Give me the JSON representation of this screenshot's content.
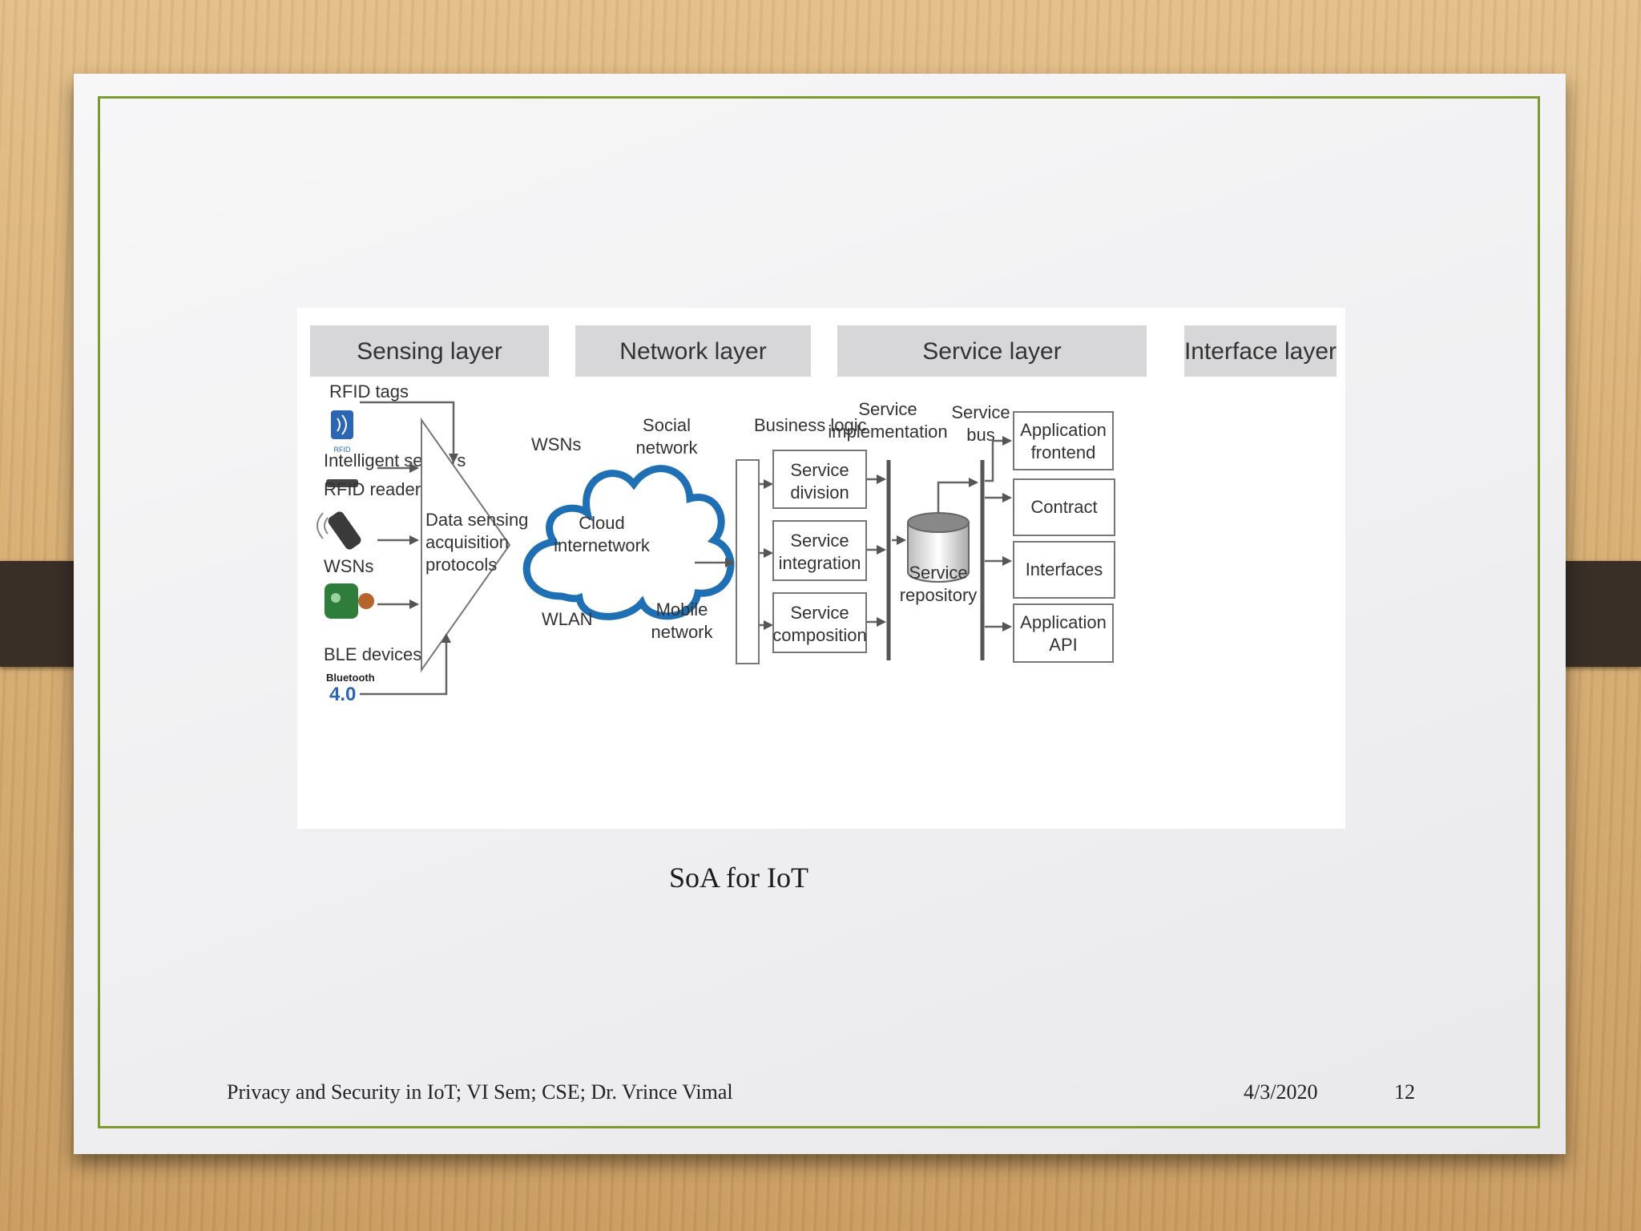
{
  "diagram": {
    "layers": [
      "Sensing layer",
      "Network layer",
      "Service layer",
      "Interface layer"
    ],
    "sensing": {
      "devices": [
        "RFID tags",
        "Intelligent sensors",
        "RFID readers",
        "WSNs",
        "BLE devices"
      ],
      "rfid_logo": "RFID",
      "bluetooth_logo": "Bluetooth",
      "bluetooth_version": "4.0",
      "protocol_lines": [
        "Data sensing",
        "acquisition",
        "protocols"
      ]
    },
    "network": {
      "wsns": "WSNs",
      "social": [
        "Social",
        "network"
      ],
      "cloud": [
        "Cloud",
        "internetwork"
      ],
      "wlan": "WLAN",
      "mobile": [
        "Mobile",
        "network"
      ]
    },
    "service": {
      "business_logic": "Business logic",
      "implementation": [
        "Service",
        "implementation"
      ],
      "boxes": [
        [
          "Service",
          "division"
        ],
        [
          "Service",
          "integration"
        ],
        [
          "Service",
          "composition"
        ]
      ],
      "repository": [
        "Service",
        "repository"
      ]
    },
    "interface": {
      "bus": [
        "Service",
        "bus"
      ],
      "boxes": [
        [
          "Application",
          "frontend"
        ],
        [
          "Contract"
        ],
        [
          "Interfaces"
        ],
        [
          "Application",
          "API"
        ]
      ]
    }
  },
  "caption": "SoA for IoT",
  "footer": {
    "course": "Privacy and Security in IoT; VI Sem; CSE; Dr. Vrince Vimal",
    "date": "4/3/2020",
    "page": "12"
  },
  "colors": {
    "frame": "#7d9a2e",
    "cloud": "#1f6fb5",
    "layer_header": "#d7d7d9",
    "binder": "#3a2f27"
  }
}
